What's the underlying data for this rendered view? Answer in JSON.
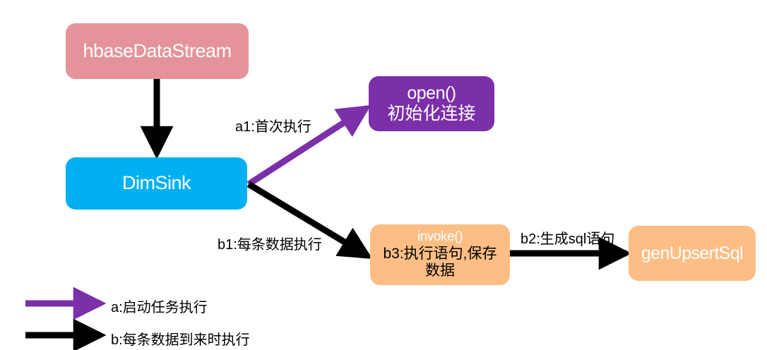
{
  "diagram": {
    "title": "DimSink flow diagram",
    "colors": {
      "source_node": "#e5939a",
      "sink_node": "#00b0f0",
      "open_node": "#7b2fa8",
      "orange_node": "#fcbe85",
      "arrow_startup": "#7b2fa8",
      "arrow_per_record": "#000000"
    },
    "nodes": [
      {
        "id": "hbase-data-stream",
        "label": "hbaseDataStream"
      },
      {
        "id": "dim-sink",
        "label": "DimSink"
      },
      {
        "id": "open",
        "title": "open()",
        "subtitle": "初始化连接"
      },
      {
        "id": "invoke",
        "title": "invoke()",
        "subtitle": "b3:执行语句,保存\n数据"
      },
      {
        "id": "gen-upsert-sql",
        "label": "genUpsertSql"
      }
    ],
    "edges": [
      {
        "id": "hbase-to-dimsink",
        "label": "",
        "color": "#000000"
      },
      {
        "id": "dimsink-to-open",
        "label": "a1:首次执行",
        "color": "#7b2fa8"
      },
      {
        "id": "dimsink-to-invoke",
        "label": "b1:每条数据执行",
        "color": "#000000"
      },
      {
        "id": "invoke-to-gen",
        "label": "b2:生成sql语句",
        "color": "#000000"
      }
    ],
    "legend": [
      {
        "id": "legend-a",
        "color": "#7b2fa8",
        "label": "a:启动任务执行"
      },
      {
        "id": "legend-b",
        "color": "#000000",
        "label": "b:每条数据到来时执行"
      }
    ]
  }
}
